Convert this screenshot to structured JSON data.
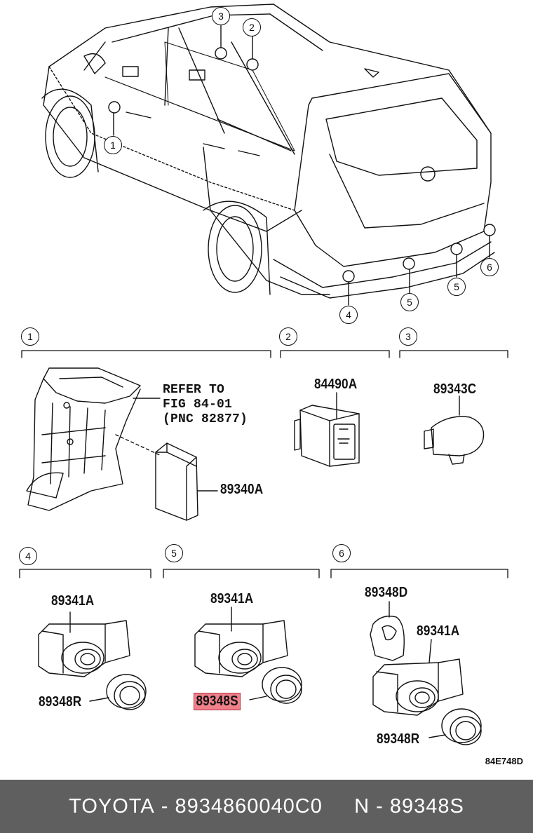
{
  "callouts": {
    "c1": "1",
    "c2": "2",
    "c3": "3",
    "c4": "4",
    "c5": "5",
    "c6": "6"
  },
  "sections": {
    "s1": "1",
    "s2": "2",
    "s3": "3",
    "s4": "4",
    "s5": "5",
    "s6": "6"
  },
  "refer_note": {
    "line1": "REFER TO",
    "line2": "FIG 84-01",
    "line3": "(PNC 82877)"
  },
  "part_labels": {
    "p89340A": "89340A",
    "p84490A": "84490A",
    "p89343C": "89343C",
    "s4_89341A": "89341A",
    "s4_89348R": "89348R",
    "s5_89341A": "89341A",
    "s5_89348S": "89348S",
    "s6_89348D": "89348D",
    "s6_89341A": "89341A",
    "s6_89348R": "89348R"
  },
  "highlight_color": "#f0808a",
  "diagram_code": "84E748D",
  "footer": {
    "brand": "TOYOTA",
    "sep1": " - ",
    "part_number": "8934860040C0",
    "gap": "     ",
    "n_label": "N",
    "sep2": " - ",
    "pnc": "89348S"
  }
}
